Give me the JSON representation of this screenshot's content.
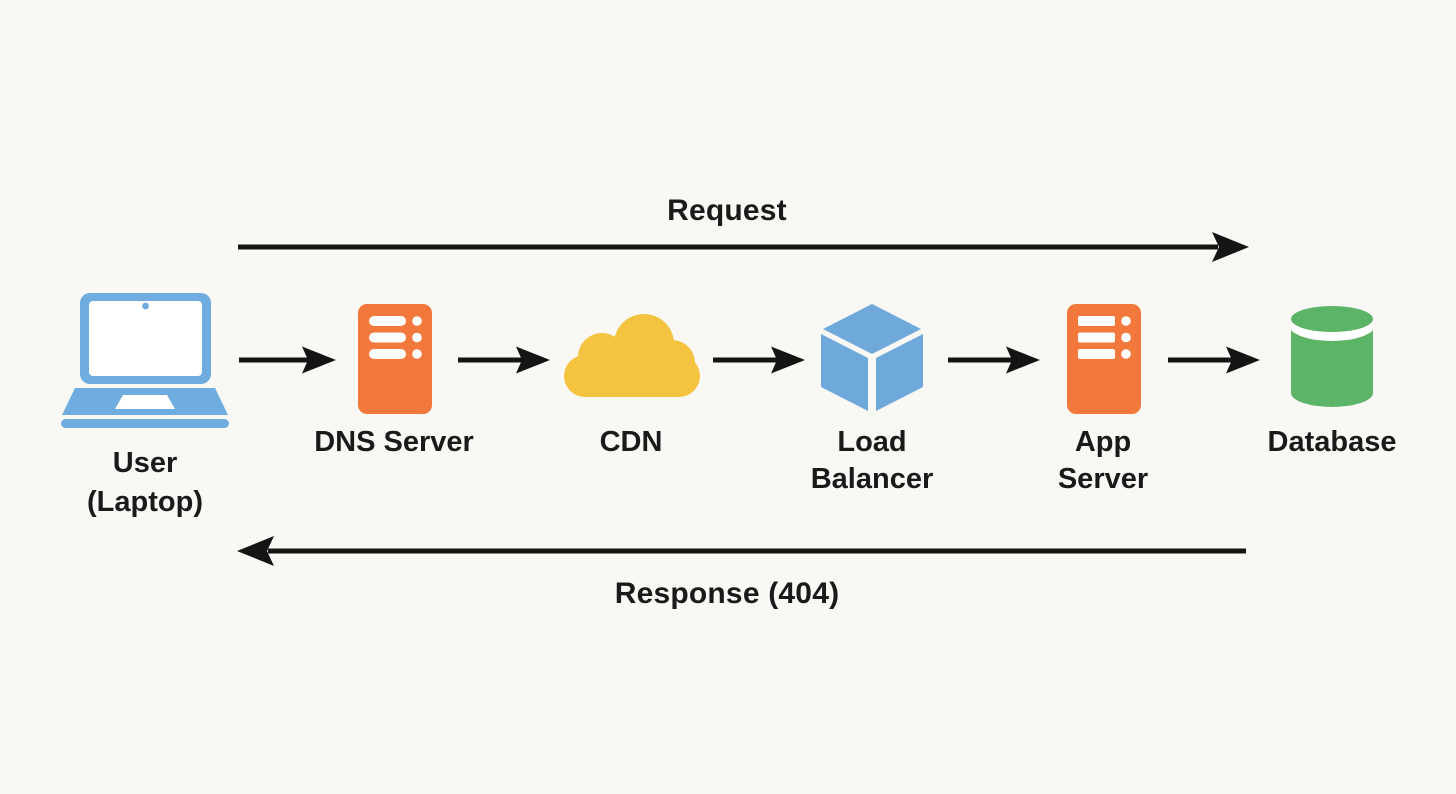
{
  "diagram": {
    "type": "flow",
    "request_arrow": {
      "label": "Request",
      "direction": "left-to-right"
    },
    "response_arrow": {
      "label": "Response (404)",
      "direction": "right-to-left"
    },
    "nodes": [
      {
        "id": "user-laptop",
        "label_lines": [
          "User",
          "(Laptop)"
        ],
        "icon": "laptop-icon",
        "color": "#6FACE0"
      },
      {
        "id": "dns-server",
        "label_lines": [
          "DNS Server"
        ],
        "icon": "server-icon",
        "color": "#F2793B"
      },
      {
        "id": "cdn",
        "label_lines": [
          "CDN"
        ],
        "icon": "cloud-icon",
        "color": "#F4C440"
      },
      {
        "id": "load-balancer",
        "label_lines": [
          "Load",
          "Balancer"
        ],
        "icon": "cube-icon",
        "color": "#6FA9DC"
      },
      {
        "id": "app-server",
        "label_lines": [
          "App",
          "Server"
        ],
        "icon": "server-icon",
        "color": "#F2793B"
      },
      {
        "id": "database",
        "label_lines": [
          "Database"
        ],
        "icon": "database-icon",
        "color": "#5CB567"
      }
    ],
    "connections": [
      {
        "from": "user-laptop",
        "to": "dns-server"
      },
      {
        "from": "dns-server",
        "to": "cdn"
      },
      {
        "from": "cdn",
        "to": "load-balancer"
      },
      {
        "from": "load-balancer",
        "to": "app-server"
      },
      {
        "from": "app-server",
        "to": "database"
      }
    ],
    "colors": {
      "background": "#f9f8f5",
      "arrow": "#141414",
      "text": "#1a1a1a"
    }
  }
}
